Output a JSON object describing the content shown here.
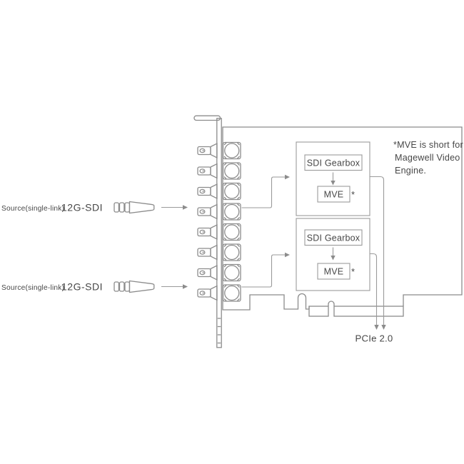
{
  "diagram": {
    "source_inputs": [
      {
        "label_prefix": "Source(single-link)",
        "label_standard": "12G-SDI"
      },
      {
        "label_prefix": "Source(single-link)",
        "label_standard": "12G-SDI"
      }
    ],
    "modules": [
      {
        "gearbox_label": "SDI Gearbox",
        "engine_label": "MVE",
        "footnote_marker": "*"
      },
      {
        "gearbox_label": "SDI Gearbox",
        "engine_label": "MVE",
        "footnote_marker": "*"
      }
    ],
    "bus_label": "PCIe 2.0",
    "footnote_lines": [
      "*MVE is short for",
      "Magewell Video",
      "Engine."
    ],
    "connector_count": 8
  },
  "colors": {
    "line": "#8c8c8c",
    "text": "#474747",
    "finger_hatch": "#6e6e6e",
    "background": "#ffffff"
  }
}
